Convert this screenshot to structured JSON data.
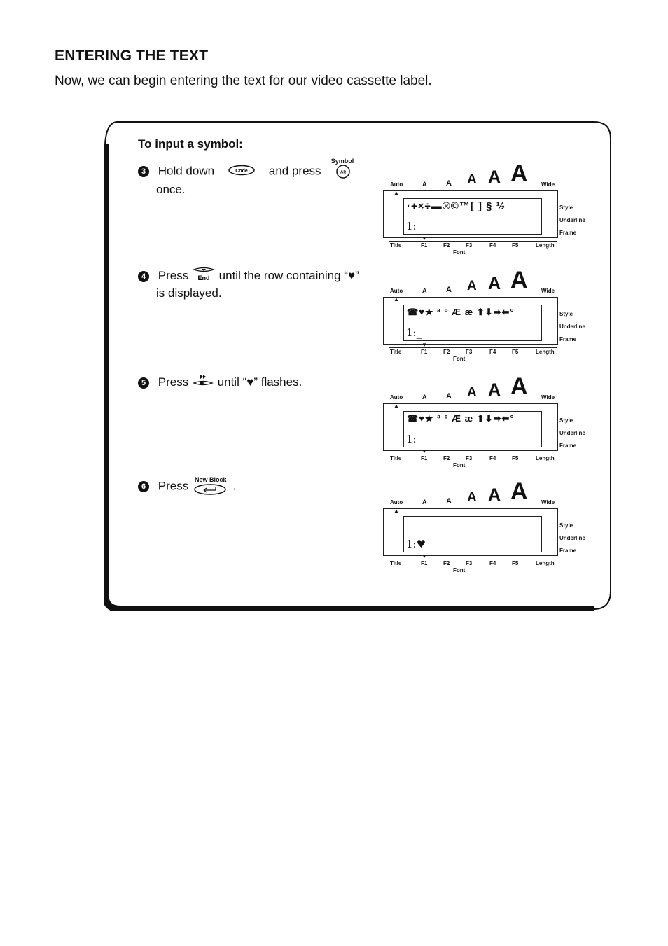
{
  "heading": "ENTERING THE TEXT",
  "intro": "Now, we can begin entering the text for our video cassette label.",
  "subhead": "To input a symbol:",
  "steps": [
    {
      "num": "3",
      "a": "Hold down",
      "b": "and press",
      "c": "once."
    },
    {
      "num": "4",
      "a": "Press",
      "b": "until the row containing “♥”",
      "c": "is displayed."
    },
    {
      "num": "5",
      "a": "Press",
      "b": "until “♥” flashes."
    },
    {
      "num": "6",
      "a": "Press",
      "b": "."
    }
  ],
  "keys": {
    "code": "Code",
    "symbol_top": "Symbol",
    "symbol": "Alt",
    "end": "End",
    "new_block": "New Block"
  },
  "lcd": {
    "auto": "Auto",
    "wide": "Wide",
    "size_letter": "A",
    "side": [
      "Style",
      "Underline",
      "Frame"
    ],
    "fkeys": [
      "Title",
      "F1",
      "F2",
      "F3",
      "F4",
      "F5",
      "Length"
    ],
    "font": "Font",
    "screens": [
      {
        "row": "·+×÷▬®©™[ ] § ½",
        "line": "1:_"
      },
      {
        "row": "☎♥★ ª º Æ æ ⬆⬇➡⬅°",
        "line": "1:_"
      },
      {
        "row": "☎♥★ ª º Æ æ ⬆⬇➡⬅°",
        "line": "1:_"
      },
      {
        "row": "",
        "line": "1:♥_"
      }
    ]
  }
}
